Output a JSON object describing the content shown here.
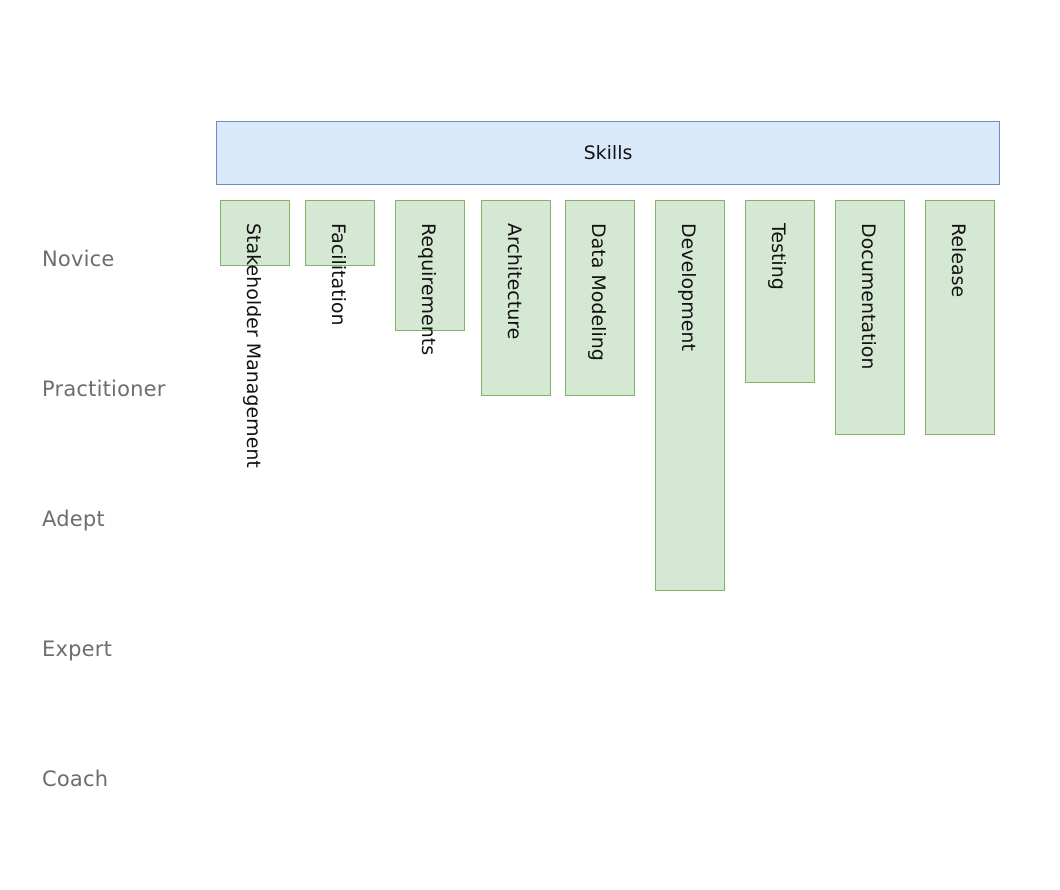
{
  "header": {
    "title": "Skills"
  },
  "levels": [
    "Novice",
    "Practitioner",
    "Adept",
    "Expert",
    "Coach"
  ],
  "colors": {
    "header_fill": "#dae8fc",
    "header_stroke": "#6c8ebf",
    "skill_fill": "#d5e8d4",
    "skill_stroke": "#82b366",
    "level_text": "#6e6e6e"
  },
  "skills": [
    {
      "name": "Stakeholder Management",
      "level": 0.5
    },
    {
      "name": "Facilitation",
      "level": 0.5
    },
    {
      "name": "Requirements",
      "level": 1.0
    },
    {
      "name": "Architecture",
      "level": 1.5
    },
    {
      "name": "Data Modeling",
      "level": 1.5
    },
    {
      "name": "Development",
      "level": 3.0
    },
    {
      "name": "Testing",
      "level": 1.4
    },
    {
      "name": "Documentation",
      "level": 1.8
    },
    {
      "name": "Release",
      "level": 1.8
    }
  ]
}
